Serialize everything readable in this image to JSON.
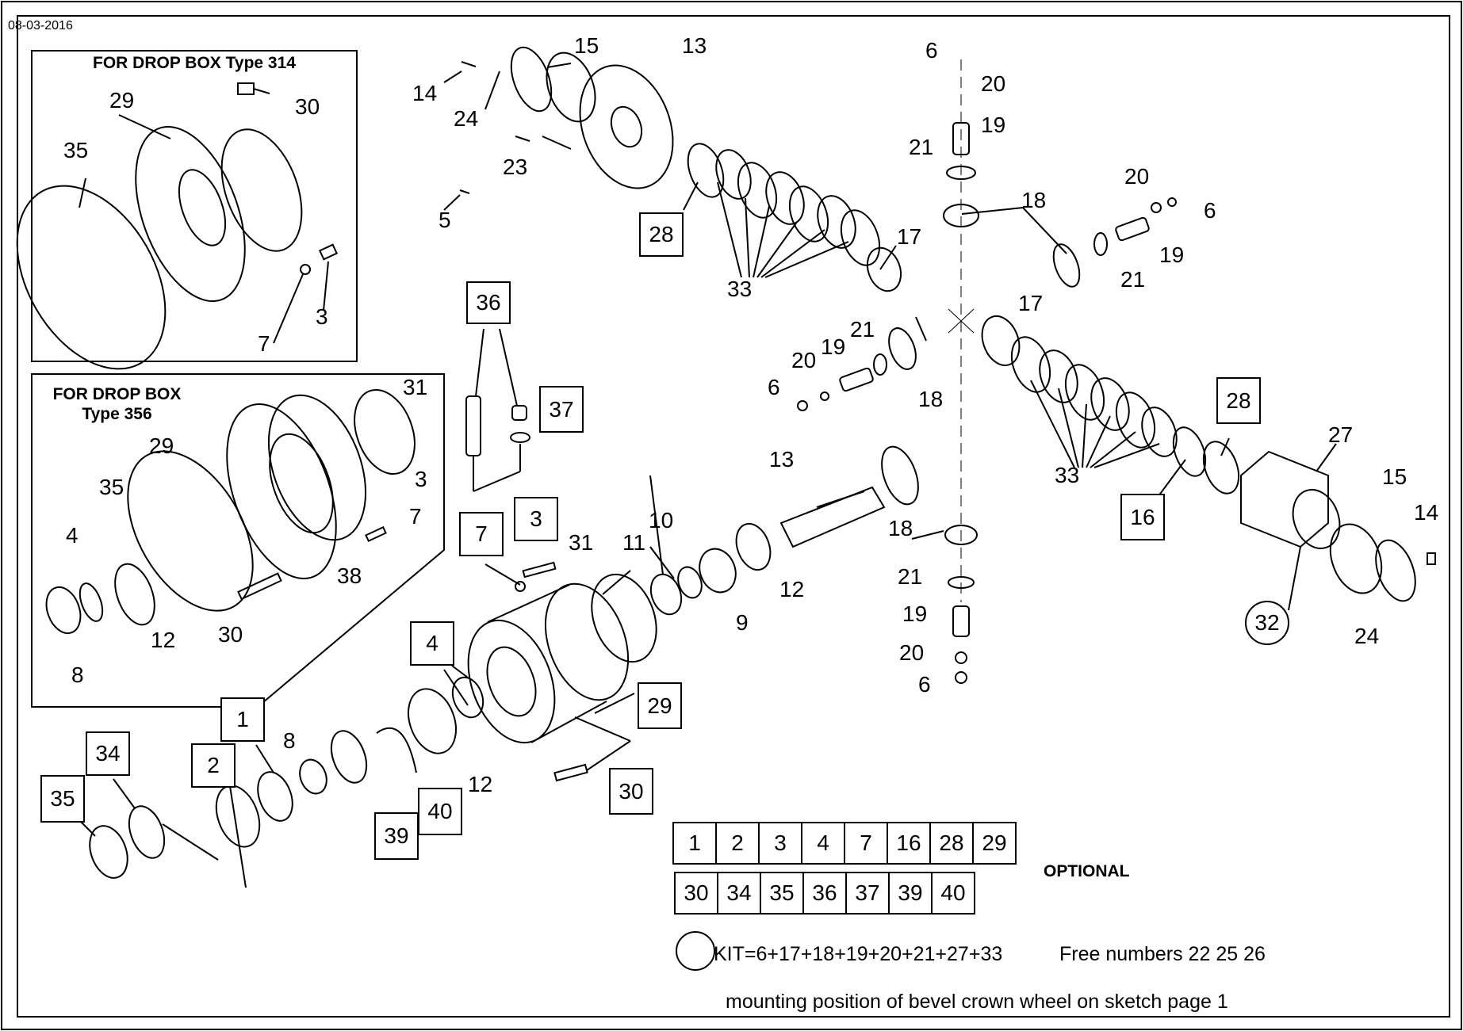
{
  "header": {
    "date": "08-03-2016"
  },
  "insets": {
    "type314_title": "FOR DROP BOX  Type 314",
    "type356_title_line1": "FOR DROP BOX",
    "type356_title_line2": "Type 356"
  },
  "labels": {
    "n1": "1",
    "n2": "2",
    "n3": "3",
    "n4": "4",
    "n5": "5",
    "n6": "6",
    "n7": "7",
    "n8": "8",
    "n9": "9",
    "n10": "10",
    "n11": "11",
    "n12": "12",
    "n13": "13",
    "n14": "14",
    "n15": "15",
    "n16": "16",
    "n17": "17",
    "n18": "18",
    "n19": "19",
    "n20": "20",
    "n21": "21",
    "n23": "23",
    "n24": "24",
    "n27": "27",
    "n28": "28",
    "n29": "29",
    "n30": "30",
    "n31": "31",
    "n32": "32",
    "n33": "33",
    "n34": "34",
    "n35": "35",
    "n36": "36",
    "n37": "37",
    "n38": "38",
    "n39": "39",
    "n40": "40"
  },
  "optional_table": {
    "row1": [
      "1",
      "2",
      "3",
      "4",
      "7",
      "16",
      "28",
      "29"
    ],
    "row2": [
      "30",
      "34",
      "35",
      "36",
      "37",
      "39",
      "40"
    ],
    "label": "OPTIONAL"
  },
  "notes": {
    "kit": "KIT=6+17+18+19+20+21+27+33",
    "free_numbers": "Free numbers 22 25 26",
    "mounting": "mounting position of bevel crown wheel on sketch page 1"
  }
}
